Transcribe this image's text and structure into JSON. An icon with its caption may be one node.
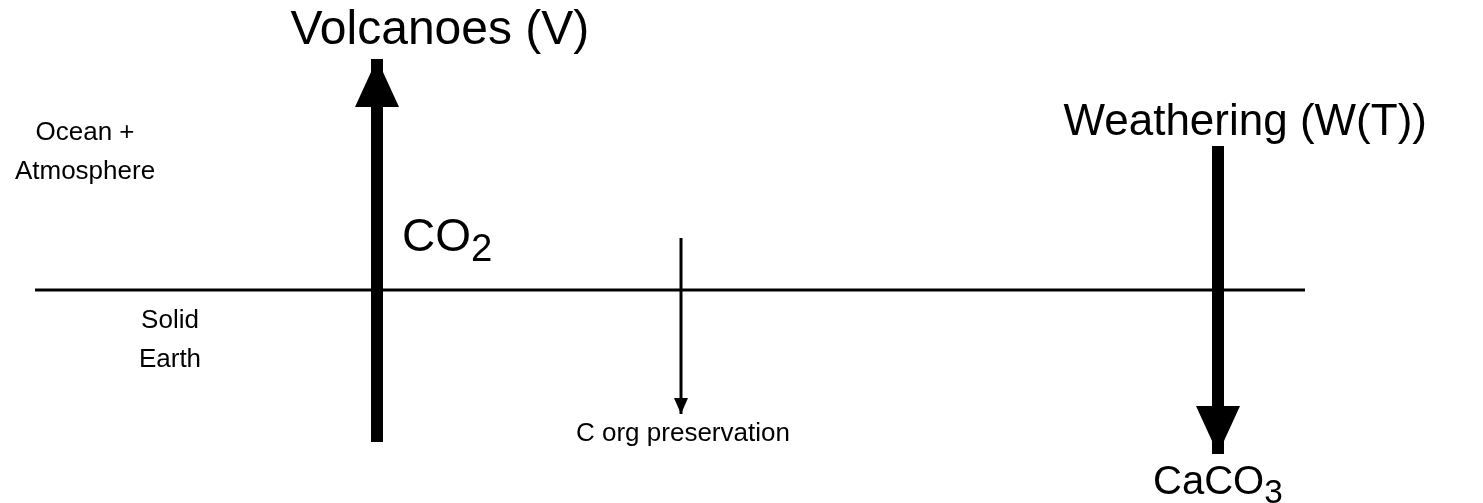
{
  "diagram": {
    "nodes": [
      {
        "text": [
          "Volcanoes (V)"
        ]
      },
      {
        "text": [
          "Weathering (W(T))"
        ]
      },
      {
        "text": [
          "CaCO$_{3}$"
        ]
      },
      {
        "text": [
          "C org preservation"
        ]
      }
    ],
    "edges": [
      {
        "from": null,
        "to": 0,
        "arrow": "to"
      },
      {
        "from": 1,
        "to": 2,
        "arrow": "to"
      },
      {
        "from": null,
        "to": 3,
        "arrow": "to"
      }
    ],
    "labels": [
      "Ocean + Atmosphere",
      "Solid Earth",
      "CO$_{2}$"
    ]
  }
}
